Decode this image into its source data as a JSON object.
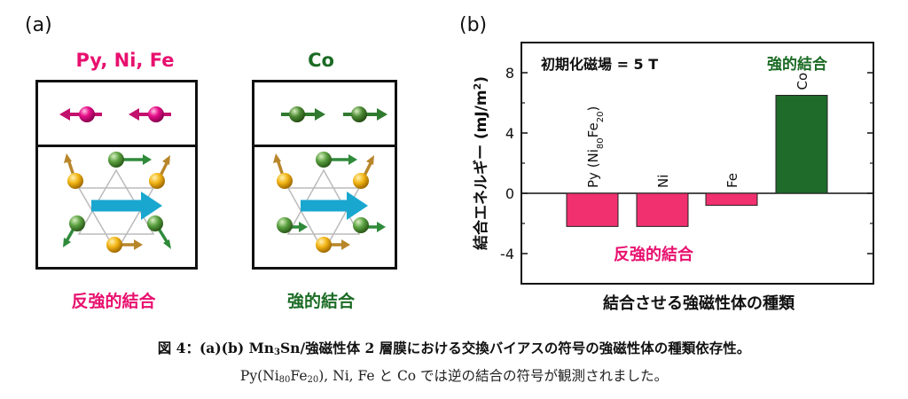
{
  "panel_a": {
    "label": "(a)",
    "left": {
      "title": "Py, Ni, Fe",
      "coupling": "反強的結合"
    },
    "right": {
      "title": "Co",
      "coupling": "強的結合"
    }
  },
  "panel_b": {
    "label": "(b)"
  },
  "caption": {
    "line1_prefix": "図 4：(a)(b) Mn",
    "line1_sub1": "3",
    "line1_mid1": "Sn/強磁性体 ",
    "line1_bold2": "2",
    "line1_rest": " 層膜における交換バイアスの符号の強磁性体の種類依存性。",
    "line2_a": "Py(Ni",
    "line2_sub1": "80",
    "line2_b": "Fe",
    "line2_sub2": "20",
    "line2_c": "), Ni, Fe と Co では逆の結合の符号が観測されました。"
  },
  "colors": {
    "magenta": "#e8106f",
    "green": "#1b6b24",
    "bar_pink": "#f0306f",
    "bar_green": "#1e6b2a",
    "arrow_blue": "#1aa7cf",
    "gold": "#f2b414",
    "olive_arrow": "#2f7a2f"
  },
  "chart_data": {
    "type": "bar",
    "categories": [
      "Py (Ni80Fe20)",
      "Ni",
      "Fe",
      "Co"
    ],
    "category_labels": {
      "py": {
        "main": "Py (Ni",
        "sub1": "80",
        "mid": "Fe",
        "sub2": "20",
        "end": ")"
      },
      "ni": "Ni",
      "fe": "Fe",
      "co": "Co"
    },
    "values": [
      -2.2,
      -2.2,
      -0.8,
      6.5
    ],
    "ylabel": "結合エネルギー (mJ/m²)",
    "ylabel_main": "結合エネルギー (mJ/m",
    "ylabel_sup": "2",
    "ylabel_end": ")",
    "xlabel": "結合させる強磁性体の種類",
    "ylim": [
      -6,
      10
    ],
    "yticks": [
      -4,
      0,
      4,
      8
    ],
    "ytick_labels": [
      "-4",
      "0",
      "4",
      "8"
    ],
    "annotations": {
      "field": "初期化磁場 = 5 T",
      "ferro": "強的結合",
      "antiferro": "反強的結合"
    }
  }
}
